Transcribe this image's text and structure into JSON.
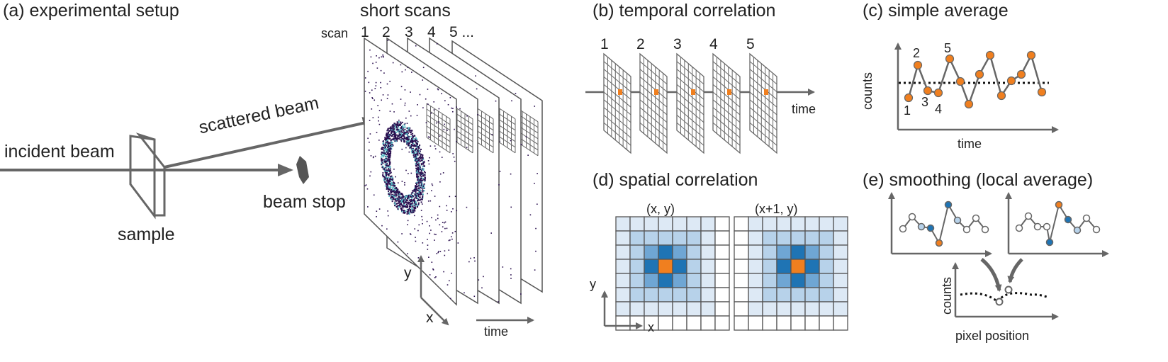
{
  "panel_a": {
    "title": "(a) experimental setup",
    "incident_beam": "incident beam",
    "scattered_beam": "scattered beam",
    "beam_stop": "beam stop",
    "sample": "sample",
    "short_scans": "short scans",
    "scan_prefix": "scan",
    "scan_numbers": [
      "1",
      "2",
      "3",
      "4",
      "5 ..."
    ],
    "axis_y": "y",
    "axis_x": "x",
    "axis_time": "time"
  },
  "panel_b": {
    "title": "(b) temporal correlation",
    "frame_numbers": [
      "1",
      "2",
      "3",
      "4",
      "5"
    ],
    "axis_time": "time"
  },
  "panel_c": {
    "title": "(c) simple average",
    "ylabel": "counts",
    "xlabel": "time",
    "point_labels": [
      "1",
      "2",
      "3",
      "4",
      "5"
    ]
  },
  "panel_d": {
    "title": "(d) spatial correlation",
    "grid1_label": "(x, y)",
    "grid2_label": "(x+1, y)",
    "axis_y": "y",
    "axis_x": "x"
  },
  "panel_e": {
    "title": "(e) smoothing (local average)",
    "ylabel": "counts",
    "xlabel": "pixel position"
  },
  "colors": {
    "line": "#666666",
    "orange": "#f07f1f",
    "blue_dark": "#1f74b4",
    "blue_mid": "#6fa6d4",
    "blue_light": "#b7d2ea",
    "blue_pale": "#dde9f5",
    "ring_dark": "#2a0f4f",
    "ring_cyan": "#56b9c4"
  }
}
